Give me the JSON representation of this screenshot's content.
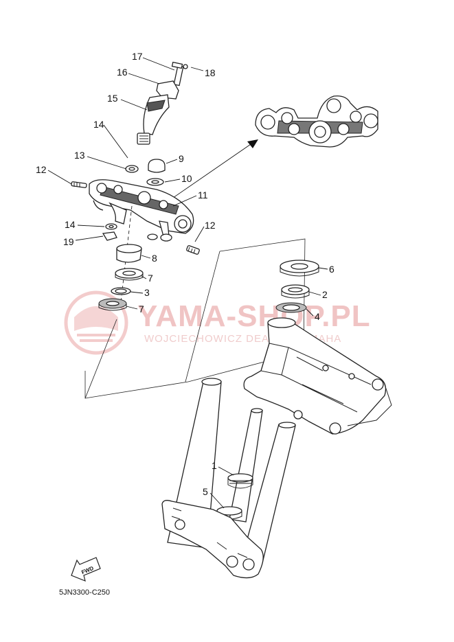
{
  "callouts": {
    "c17": "17",
    "c18": "18",
    "c16": "16",
    "c15": "15",
    "c14a": "14",
    "c13": "13",
    "c9": "9",
    "c12a": "12",
    "c10": "10",
    "c11": "11",
    "c14b": "14",
    "c12b": "12",
    "c19": "19",
    "c8": "8",
    "c7a": "7",
    "c3": "3",
    "c7b": "7",
    "c6": "6",
    "c2": "2",
    "c4": "4",
    "c1": "1",
    "c5": "5"
  },
  "watermark": {
    "title": "YAMA-SHOP.PL",
    "subtitle": "WOJCIECHOWICZ DEALER YAMAHA"
  },
  "fwd_label": "FWD",
  "diagram_code": "5JN3300-C250",
  "colors": {
    "watermark": "#f0c4c4",
    "line": "#222222"
  }
}
